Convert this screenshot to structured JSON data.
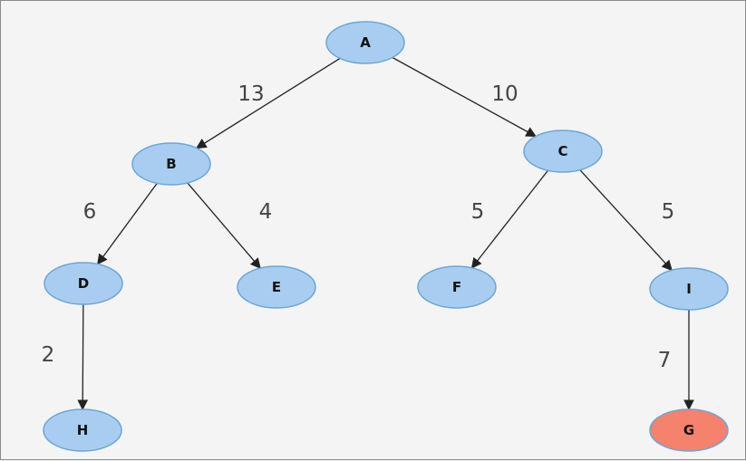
{
  "diagram": {
    "colors": {
      "node_fill": "#a9cdf0",
      "node_stroke": "#6aa6d8",
      "goal_fill": "#f5826c",
      "goal_stroke": "#e0826c",
      "edge": "#222222",
      "background": "#f4f4f4"
    },
    "nodes": [
      {
        "id": "A",
        "label": "A"
      },
      {
        "id": "B",
        "label": "B"
      },
      {
        "id": "C",
        "label": "C"
      },
      {
        "id": "D",
        "label": "D"
      },
      {
        "id": "E",
        "label": "E"
      },
      {
        "id": "F",
        "label": "F"
      },
      {
        "id": "I",
        "label": "I"
      },
      {
        "id": "H",
        "label": "H"
      },
      {
        "id": "G",
        "label": "G",
        "highlighted": true
      }
    ],
    "edges": [
      {
        "from": "A",
        "to": "B",
        "label": "13"
      },
      {
        "from": "A",
        "to": "C",
        "label": "10"
      },
      {
        "from": "B",
        "to": "D",
        "label": "6"
      },
      {
        "from": "B",
        "to": "E",
        "label": "4"
      },
      {
        "from": "C",
        "to": "F",
        "label": "5"
      },
      {
        "from": "C",
        "to": "I",
        "label": "5"
      },
      {
        "from": "D",
        "to": "H",
        "label": "2"
      },
      {
        "from": "I",
        "to": "G",
        "label": "7"
      }
    ]
  }
}
